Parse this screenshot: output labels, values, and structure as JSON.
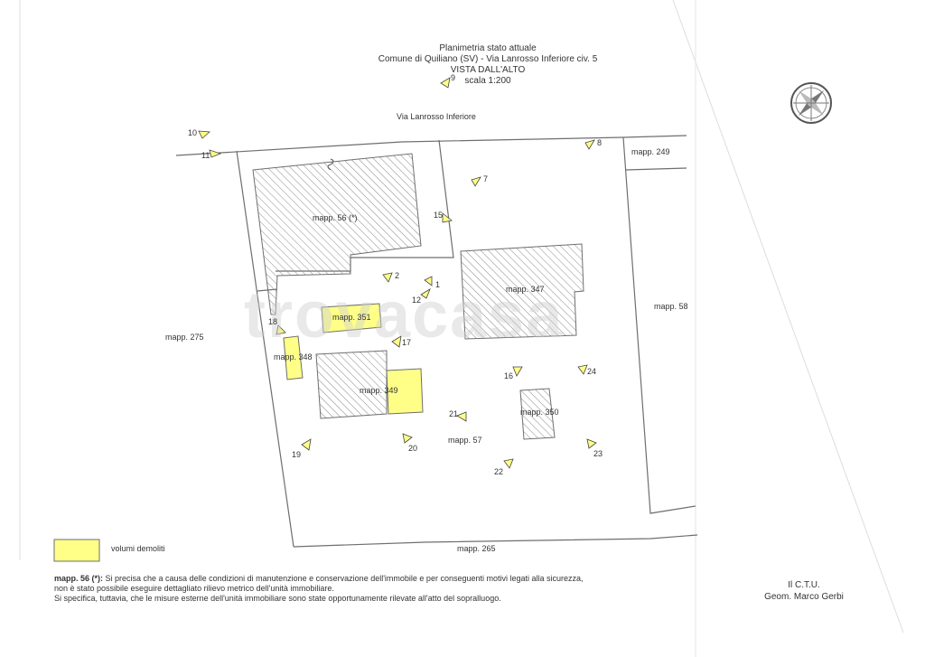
{
  "header": {
    "line1": "Planimetria stato attuale",
    "line2": "Comune di Quiliano (SV) - Via Lanrosso Inferiore civ. 5",
    "line3": "VISTA DALL'ALTO",
    "line4": "scala 1:200"
  },
  "street": "Via Lanrosso Inferiore",
  "parcels": {
    "m56": "mapp. 56 (*)",
    "m347": "mapp. 347",
    "m351": "mapp. 351",
    "m348": "mapp. 348",
    "m349": "mapp. 349",
    "m350": "mapp. 350",
    "m57": "mapp. 57",
    "m275": "mapp. 275",
    "m58": "mapp. 58",
    "m249": "mapp. 249",
    "m265": "mapp. 265"
  },
  "viewpoints": [
    "1",
    "2",
    "7",
    "8",
    "9",
    "10",
    "11",
    "12",
    "15",
    "16",
    "17",
    "18",
    "19",
    "20",
    "21",
    "22",
    "23",
    "24"
  ],
  "legend": {
    "label": "volumi demoliti",
    "color": "#ffff88"
  },
  "note": {
    "lead": "mapp. 56 (*):",
    "text1": " Si precisa che a causa delle condizioni di manutenzione e conservazione dell'immobile e per conseguenti motivi legati alla sicurezza, non è stato possibile eseguire dettagliato rilievo metrico dell'unità immobiliare.",
    "text2": "Si specifica, tuttavia, che le misure esterne dell'unità immobiliare sono state opportunamente rilevate all'atto del sopralluogo."
  },
  "signature": {
    "role": "Il C.T.U.",
    "name": "Geom. Marco Gerbi"
  },
  "watermark": "trovacasa",
  "colors": {
    "hatch": "#8a8a8a",
    "demolished": "#ffff88",
    "line": "#6e6e6e"
  }
}
